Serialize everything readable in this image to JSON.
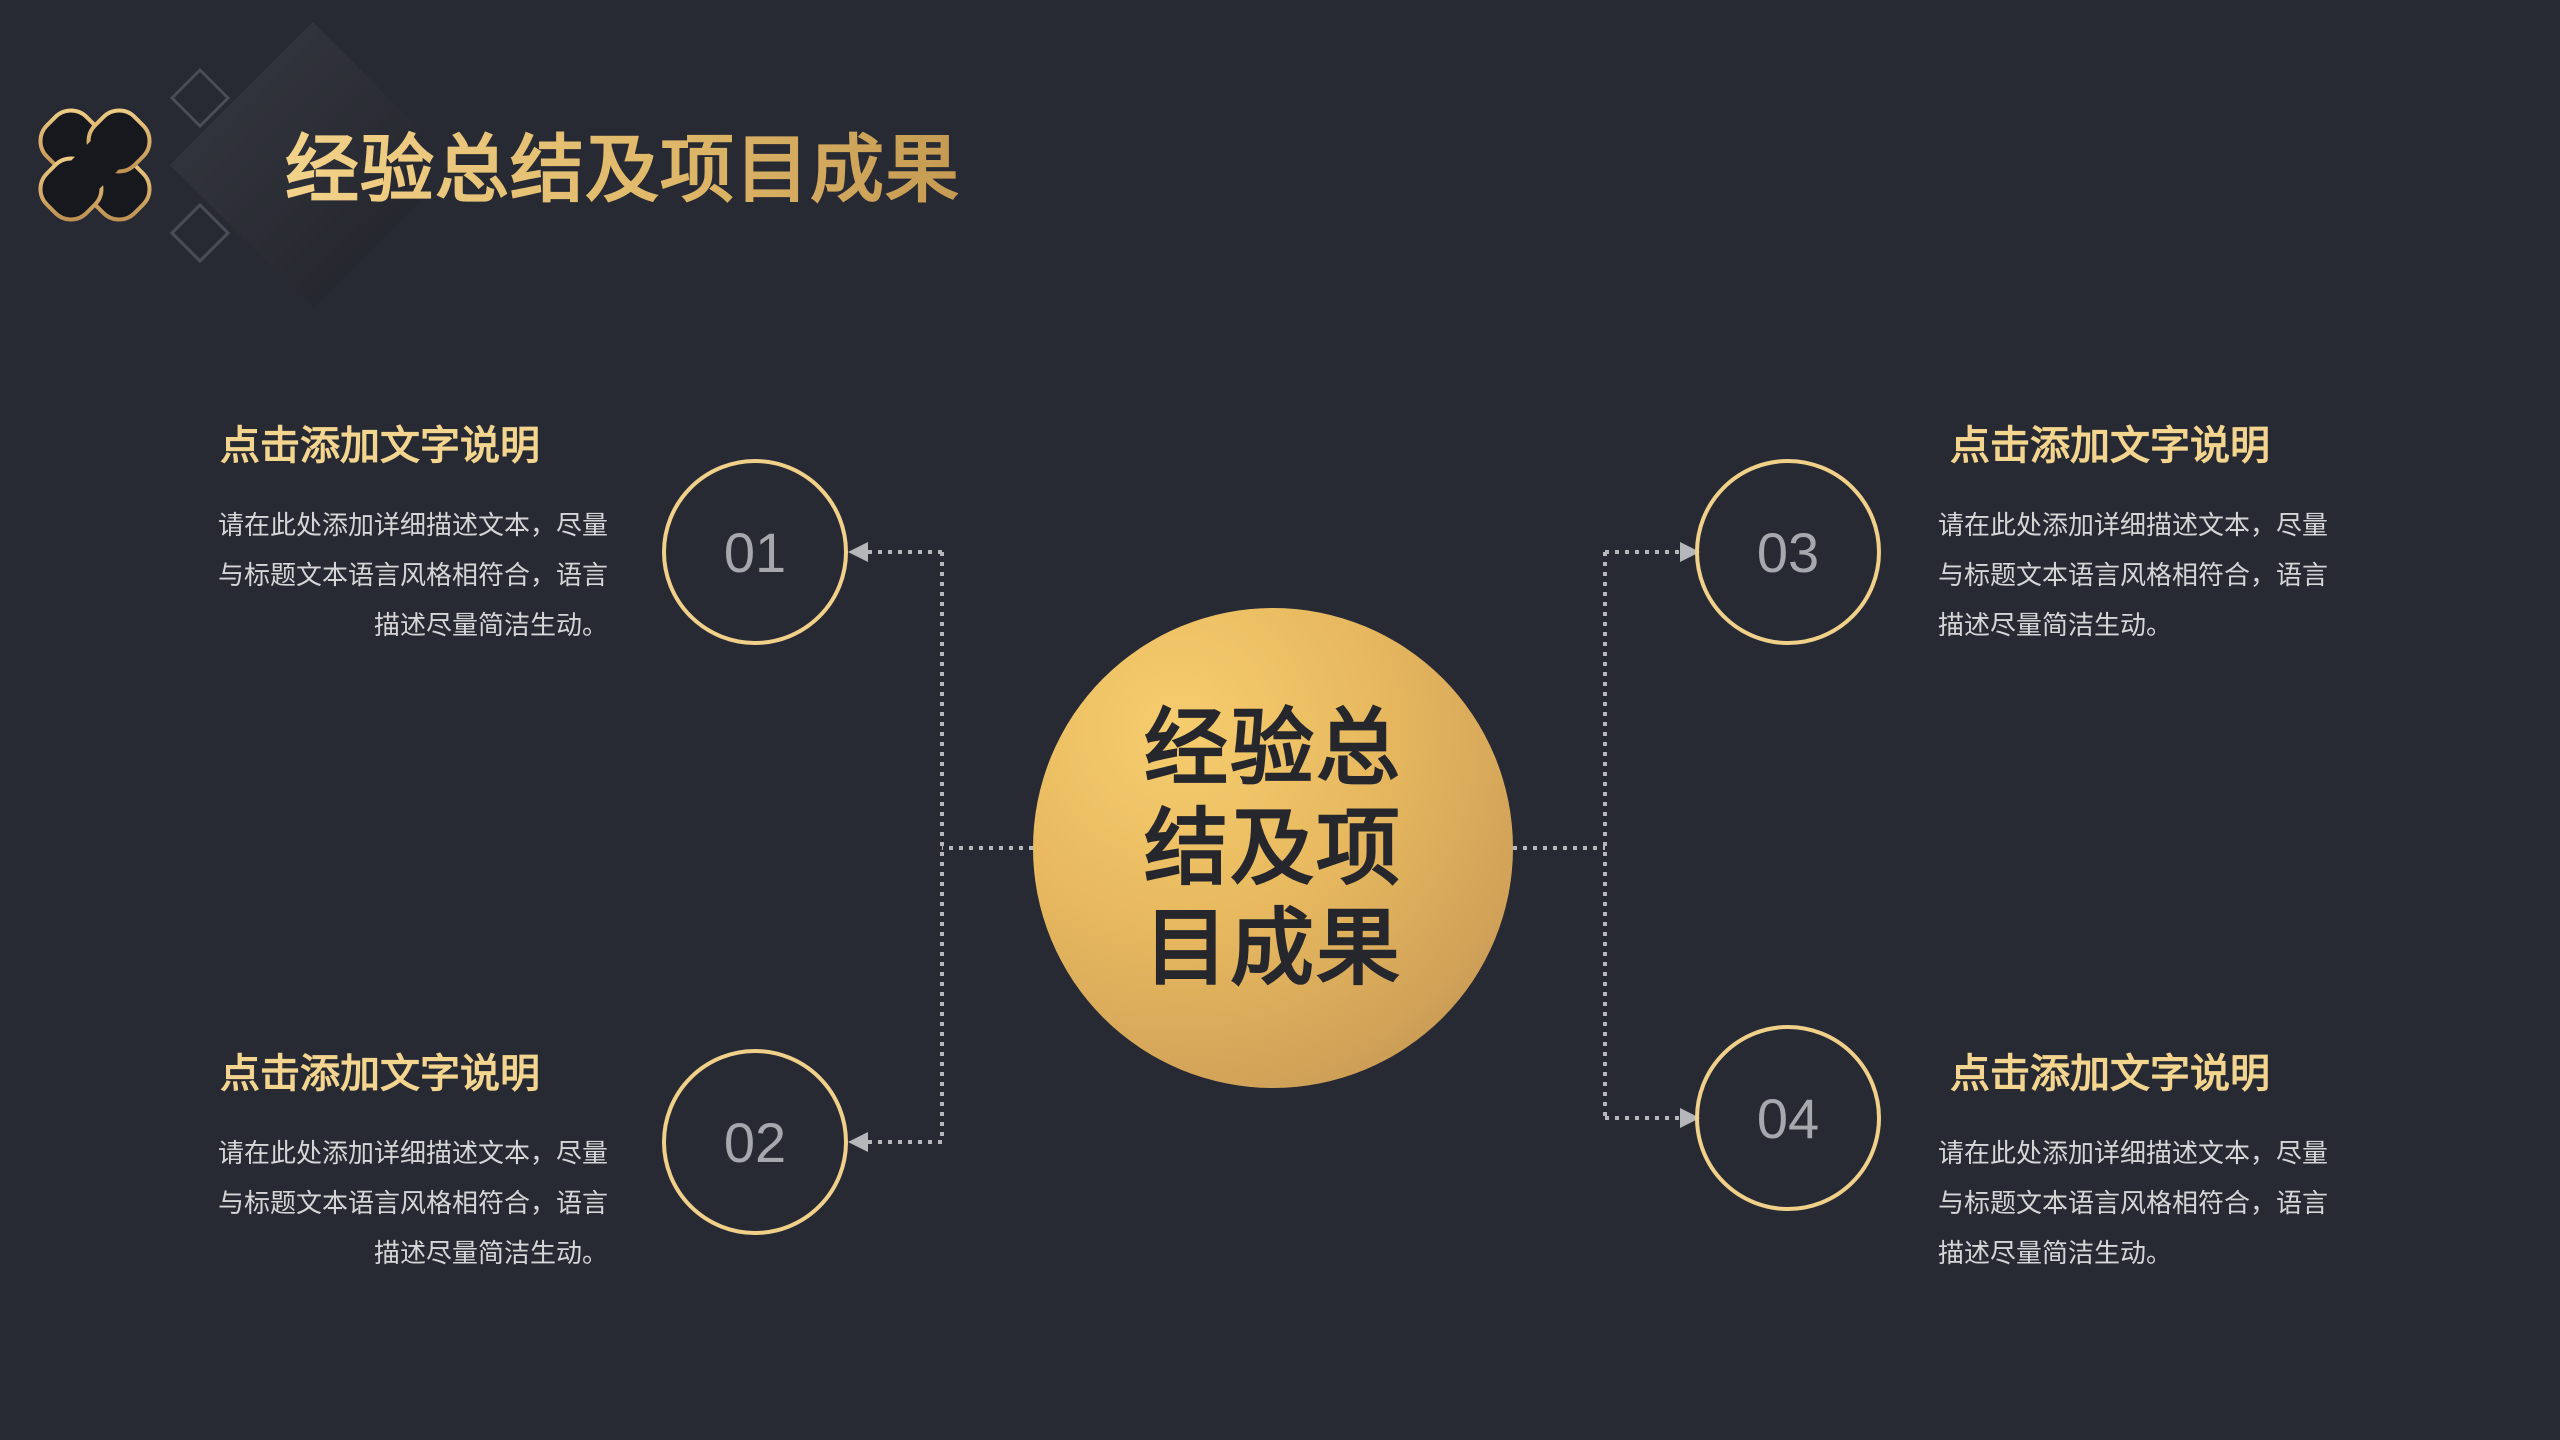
{
  "slide": {
    "title": "经验总结及项目成果",
    "accent_color": "#f1d08a",
    "background_color": "#272a33"
  },
  "logo": {
    "icon": "gold-quatrefoil-diamond-icon"
  },
  "center": {
    "text": "经验总结及项目成果",
    "lines": [
      "经验总",
      "结及项",
      "目成果"
    ]
  },
  "items": [
    {
      "number": "01",
      "title": "点击添加文字说明",
      "desc_lines": [
        "请在此处添加详细描述文本，尽量",
        "与标题文本语言风格相符合，语言",
        "描述尽量简洁生动。"
      ]
    },
    {
      "number": "02",
      "title": "点击添加文字说明",
      "desc_lines": [
        "请在此处添加详细描述文本，尽量",
        "与标题文本语言风格相符合，语言",
        "描述尽量简洁生动。"
      ]
    },
    {
      "number": "03",
      "title": "点击添加文字说明",
      "desc_lines": [
        "请在此处添加详细描述文本，尽量",
        "与标题文本语言风格相符合，语言",
        "描述尽量简洁生动。"
      ]
    },
    {
      "number": "04",
      "title": "点击添加文字说明",
      "desc_lines": [
        "请在此处添加详细描述文本，尽量",
        "与标题文本语言风格相符合，语言",
        "描述尽量简洁生动。"
      ]
    }
  ]
}
